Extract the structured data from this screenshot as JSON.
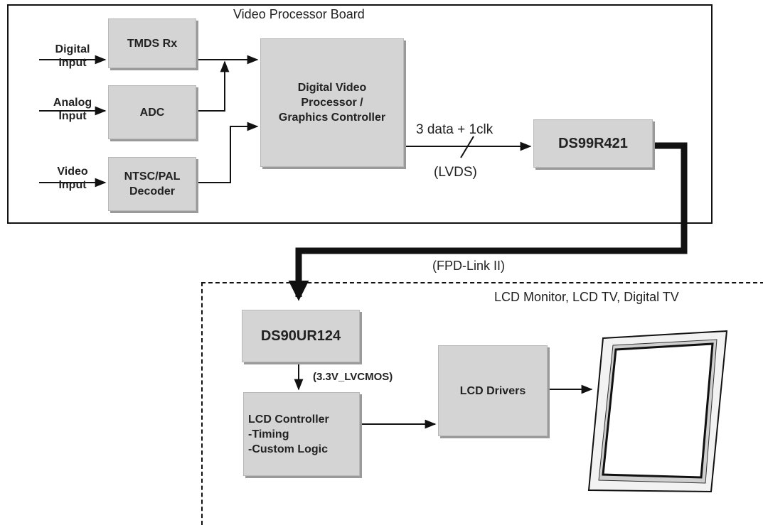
{
  "board": {
    "title": "Video Processor Board"
  },
  "inputs": {
    "digital": "Digital\nInput",
    "analog": "Analog\nInput",
    "video": "Video\nInput"
  },
  "blocks": {
    "tmds": "TMDS Rx",
    "adc": "ADC",
    "ntsc": "NTSC/PAL\nDecoder",
    "dvp": "Digital Video\nProcessor /\nGraphics Controller",
    "ser": "DS99R421",
    "des": "DS90UR124",
    "lcd_ctrl": "LCD Controller\n-Timing\n-Custom Logic",
    "lcd_drv": "LCD Drivers"
  },
  "labels": {
    "bus": "3 data + 1clk",
    "lvds": "(LVDS)",
    "fpd": "(FPD-Link II)",
    "lvcmos": "(3.3V_LVCMOS)",
    "monitor": "LCD Monitor, LCD TV, Digital TV"
  }
}
